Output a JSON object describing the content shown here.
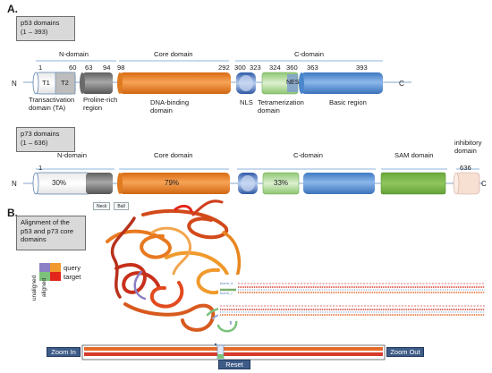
{
  "sections": {
    "a": "A.",
    "b": "B."
  },
  "p53": {
    "box_lines": [
      "p53 domains",
      "(1 – 393)"
    ],
    "region_labels": {
      "n": "N-domain",
      "core": "Core domain",
      "c": "C-domain"
    },
    "positions": [
      "1",
      "60",
      "63",
      "94",
      "98",
      "292",
      "300",
      "323",
      "324",
      "360",
      "363",
      "393"
    ],
    "segments": {
      "t1": "T1",
      "t2": "T2",
      "nes": "NES"
    },
    "end_n": "N",
    "end_c": "C",
    "sub_labels": {
      "ta": "Transactivation domain (TA)",
      "pro": "Proline-rich region",
      "dbd": "DNA-binding domain",
      "nls": "NLS",
      "tet": "Tetramerization domain",
      "basic": "Basic region"
    }
  },
  "p73": {
    "box_lines": [
      "p73 domains",
      "(1 – 636)"
    ],
    "region_labels": {
      "n": "N-domain",
      "core": "Core domain",
      "c": "C-domain",
      "sam": "SAM domain",
      "inhib": "inhibitory domain"
    },
    "positions": [
      "1",
      "636"
    ],
    "identity": {
      "n": "30%",
      "core": "79%",
      "tet": "33%"
    },
    "end_n": "N",
    "end_c": "C"
  },
  "alignment": {
    "box_lines": [
      "Alignment of the",
      "p53 and p73 core",
      "domains"
    ],
    "mode_chips": [
      "Neck",
      "Ball"
    ],
    "legend": {
      "query": "query",
      "target": "target",
      "unaligned": "unaligned",
      "aligned": "aligned"
    },
    "colors": {
      "query_unaligned": "#8b7fc6",
      "query_aligned": "#f19a2e",
      "target_unaligned": "#7cc27c",
      "target_aligned": "#e3261b"
    },
    "seq_label_a": "tcorrn_k",
    "seq_label_b": "tcorrn_r",
    "zoom_in": "Zoom In",
    "zoom_out": "Zoom Out",
    "reset": "Reset"
  },
  "colors": {
    "ta": "#ffffff",
    "ta2": "#c9c9c9",
    "proline": "#808080",
    "core": "#f08a2c",
    "nls": "#4f7cc8",
    "tet": "#b3dc98",
    "basic": "#5b9bd8",
    "sam": "#77b545",
    "inhib": "#f7dfd2"
  }
}
